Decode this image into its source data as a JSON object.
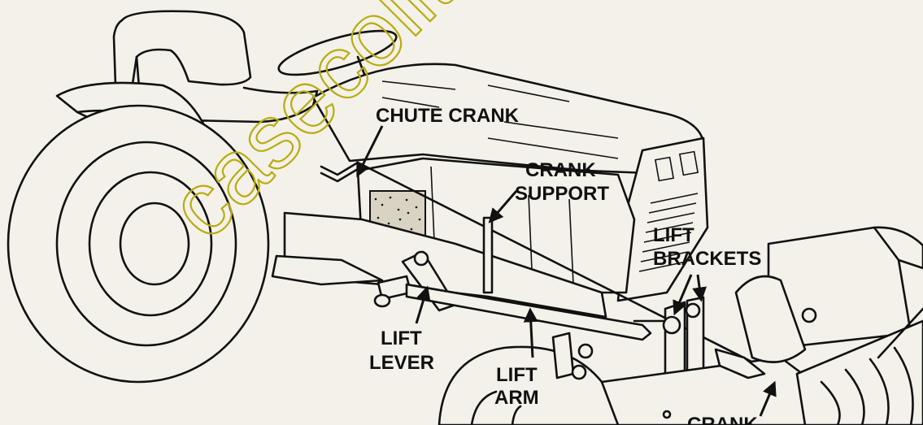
{
  "labels": {
    "chute_crank": "CHUTE CRANK",
    "crank_support_line1": "CRANK",
    "crank_support_line2": "SUPPORT",
    "lift_brackets_line1": "LIFT",
    "lift_brackets_line2": "BRACKETS",
    "lift_lever_line1": "LIFT",
    "lift_lever_line2": "LEVER",
    "lift_arm_line1": "LIFT",
    "lift_arm_line2": "ARM",
    "crank_bottom": "CRANK"
  },
  "watermark": "casecolltr",
  "colors": {
    "ink": "#111111",
    "paper": "#f4f1ea",
    "watermark": "#b9ac0f"
  }
}
